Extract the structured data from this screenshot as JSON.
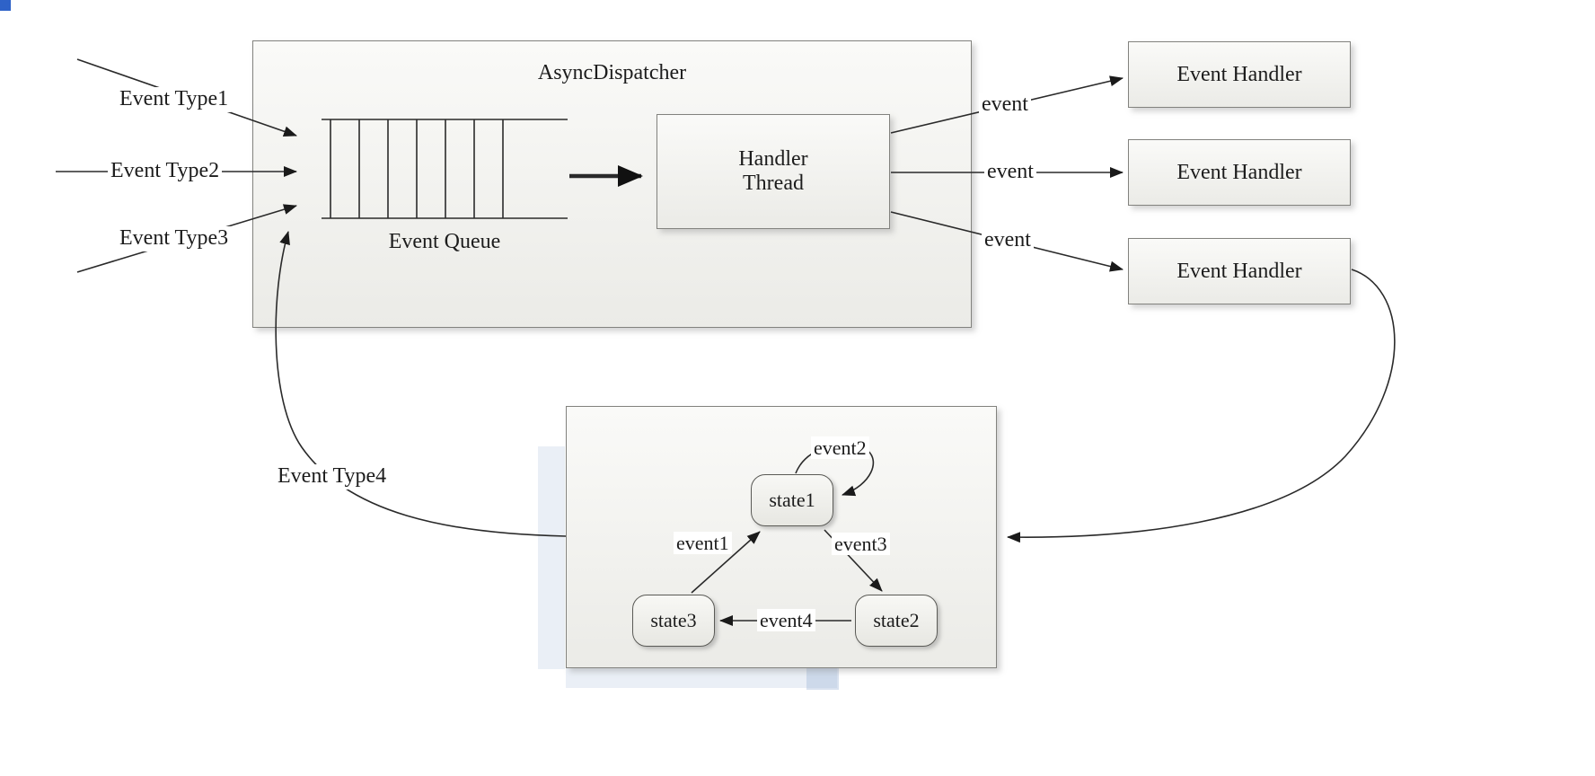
{
  "diagram": {
    "dispatcher": {
      "title": "AsyncDispatcher"
    },
    "queue": {
      "label": "Event Queue"
    },
    "handler_thread": {
      "line1": "Handler",
      "line2": "Thread"
    },
    "inputs": [
      {
        "label": "Event Type1"
      },
      {
        "label": "Event Type2"
      },
      {
        "label": "Event Type3"
      }
    ],
    "feedback": {
      "label": "Event Type4"
    },
    "connectors": [
      {
        "label": "event"
      },
      {
        "label": "event"
      },
      {
        "label": "event"
      }
    ],
    "handlers": [
      {
        "label": "Event Handler"
      },
      {
        "label": "Event Handler"
      },
      {
        "label": "Event Handler"
      }
    ],
    "state_machine": {
      "states": [
        {
          "label": "state1"
        },
        {
          "label": "state2"
        },
        {
          "label": "state3"
        }
      ],
      "transitions": [
        {
          "label": "event1",
          "from": "state3",
          "to": "state1"
        },
        {
          "label": "event2",
          "from": "state1",
          "to": "state1"
        },
        {
          "label": "event3",
          "from": "state1",
          "to": "state2"
        },
        {
          "label": "event4",
          "from": "state2",
          "to": "state3"
        }
      ]
    },
    "colors": {
      "box_border": "#82827e",
      "box_fill": "#ededea",
      "line": "#2a2a2a",
      "text": "#1c1c1c"
    }
  }
}
